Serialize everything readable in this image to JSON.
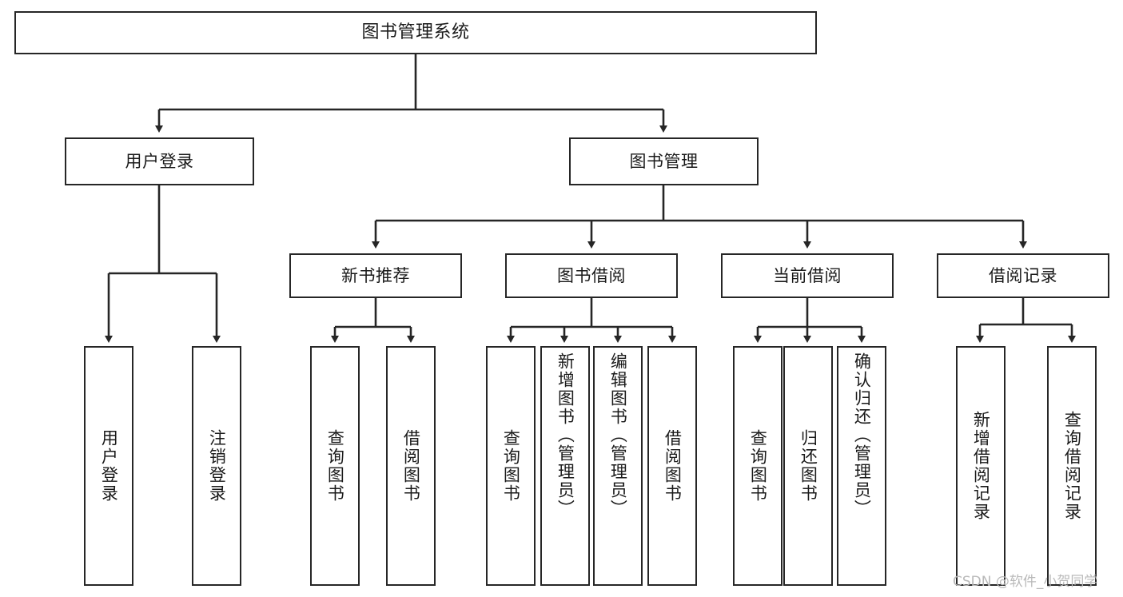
{
  "diagram": {
    "title": "图书管理系统",
    "type": "tree-hierarchy-chart",
    "orientation": "top-down",
    "line_color": "#262626",
    "box_fill": "#ffffff",
    "text_color": "#1a1a1a"
  },
  "nodes": {
    "root": {
      "label": "图书管理系统"
    },
    "level2": [
      {
        "id": "user-login",
        "label": "用户登录"
      },
      {
        "id": "book-management",
        "label": "图书管理"
      }
    ],
    "level3": [
      {
        "id": "new-book-recommend",
        "label": "新书推荐"
      },
      {
        "id": "book-borrow",
        "label": "图书借阅"
      },
      {
        "id": "current-borrow",
        "label": "当前借阅"
      },
      {
        "id": "borrow-record",
        "label": "借阅记录"
      }
    ],
    "leaves": {
      "user_login": [
        {
          "id": "leaf-user-login",
          "label": "用户登录"
        },
        {
          "id": "leaf-logout-login",
          "label": "注销登录"
        }
      ],
      "new_book_recommend": [
        {
          "id": "leaf-query-book-1",
          "label": "查询图书"
        },
        {
          "id": "leaf-borrow-book-1",
          "label": "借阅图书"
        }
      ],
      "book_borrow": [
        {
          "id": "leaf-query-book-2",
          "label": "查询图书"
        },
        {
          "id": "leaf-add-book",
          "label": "新增图书（管理员）"
        },
        {
          "id": "leaf-edit-book",
          "label": "编辑图书（管理员）"
        },
        {
          "id": "leaf-borrow-book-2",
          "label": "借阅图书"
        }
      ],
      "current_borrow": [
        {
          "id": "leaf-query-book-3",
          "label": "查询图书"
        },
        {
          "id": "leaf-return-book",
          "label": "归还图书"
        },
        {
          "id": "leaf-confirm-return",
          "label": "确认归还（管理员）"
        }
      ],
      "borrow_record": [
        {
          "id": "leaf-add-record",
          "label": "新增借阅记录"
        },
        {
          "id": "leaf-query-record",
          "label": "查询借阅记录"
        }
      ]
    }
  },
  "watermark": {
    "text": "CSDN @软件_小贺同学"
  }
}
